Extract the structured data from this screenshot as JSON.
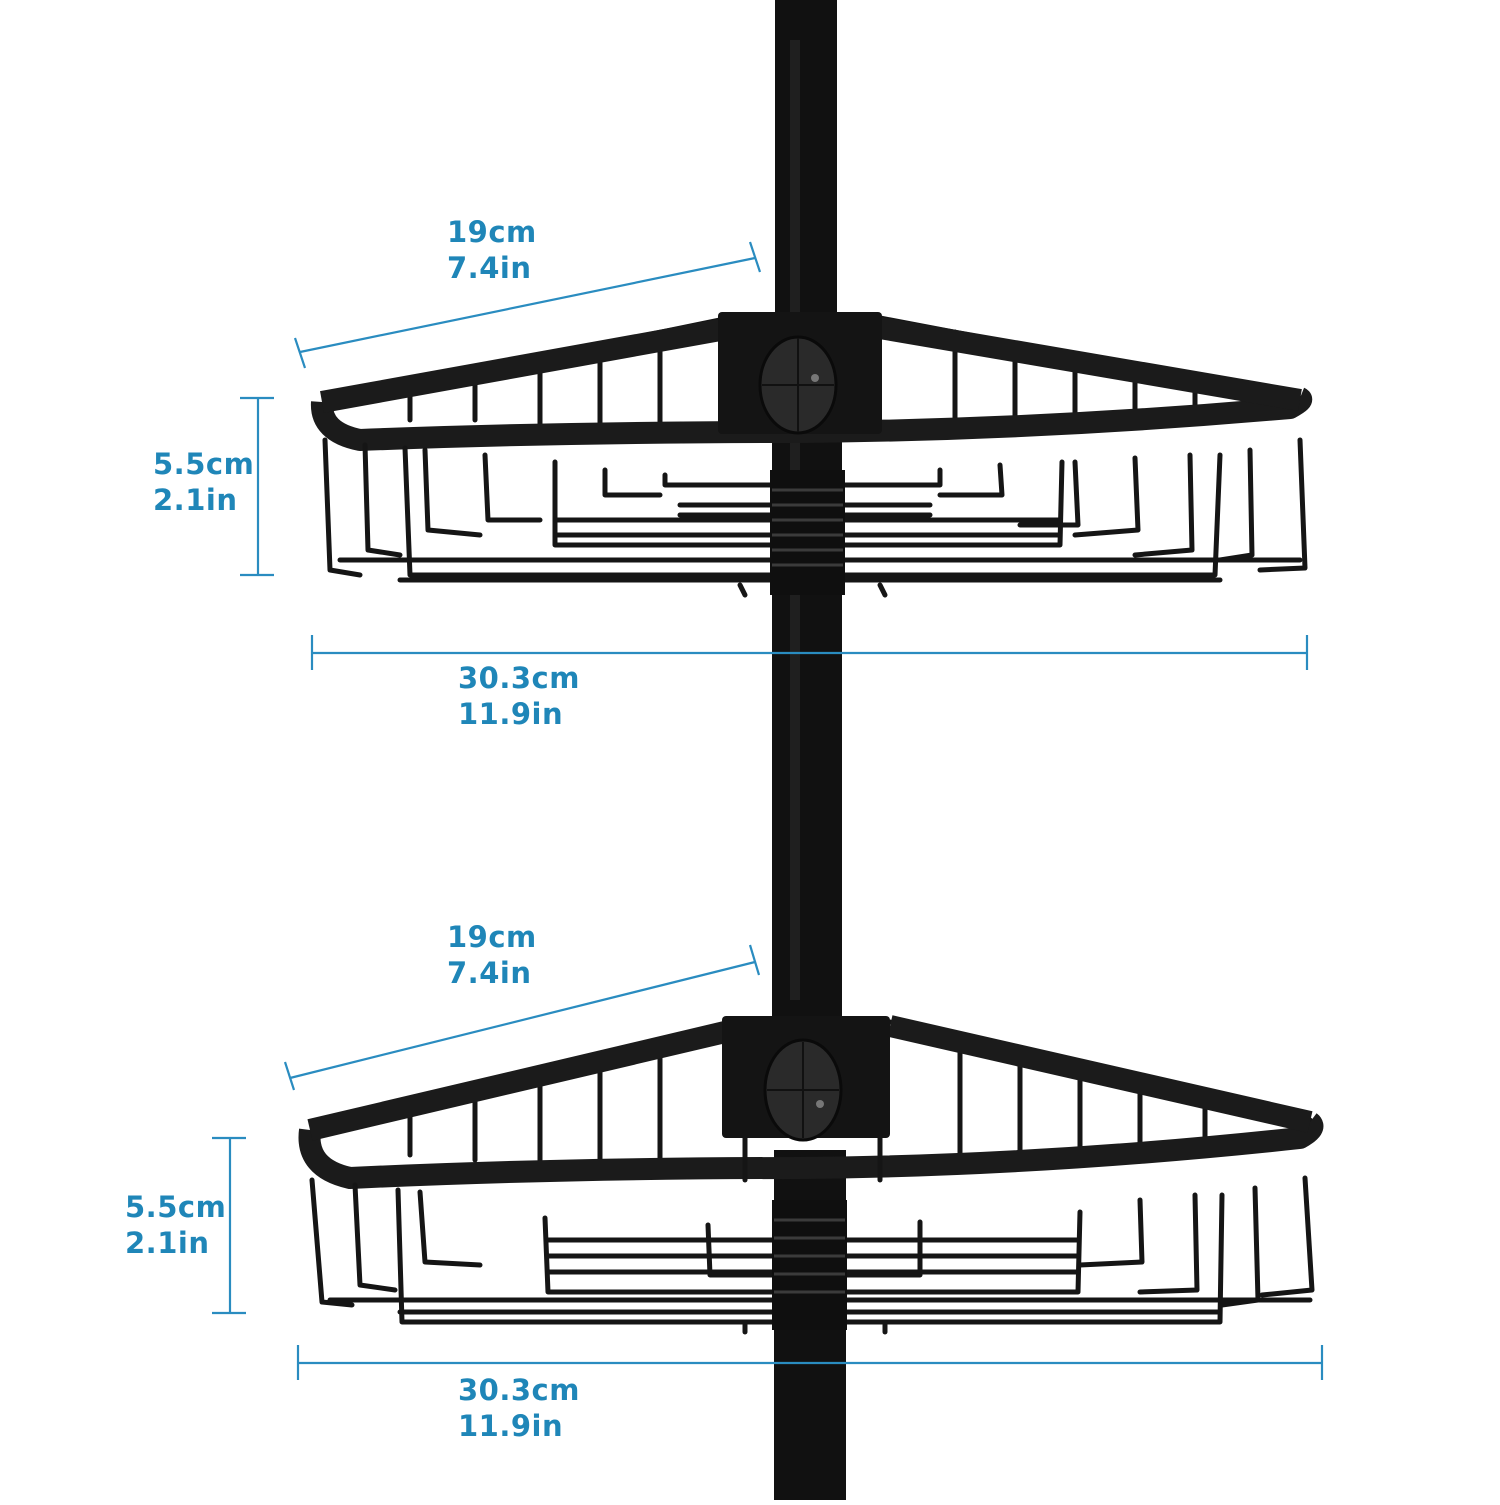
{
  "colors": {
    "dimension_line": "#2a8cc0",
    "dimension_text": "#1f86b8",
    "product": "#111111",
    "background": "#ffffff"
  },
  "upper_basket": {
    "depth": {
      "cm": "19cm",
      "in": "7.4in"
    },
    "height": {
      "cm": "5.5cm",
      "in": "2.1in"
    },
    "width": {
      "cm": "30.3cm",
      "in": "11.9in"
    }
  },
  "lower_basket": {
    "depth": {
      "cm": "19cm",
      "in": "7.4in"
    },
    "height": {
      "cm": "5.5cm",
      "in": "2.1in"
    },
    "width": {
      "cm": "30.3cm",
      "in": "11.9in"
    }
  }
}
